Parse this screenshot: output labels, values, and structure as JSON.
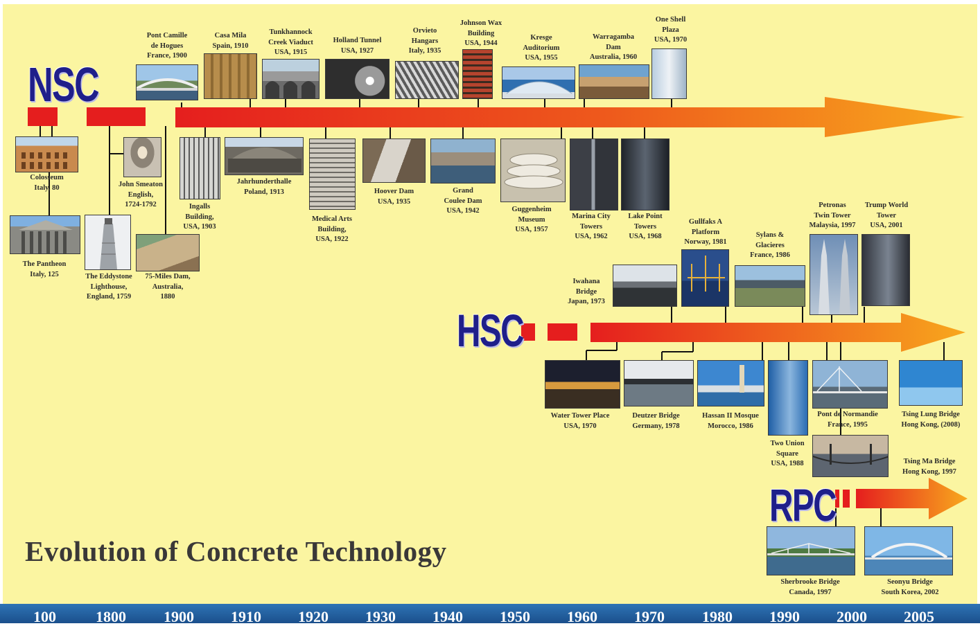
{
  "title": "Evolution of Concrete Technology",
  "bands": {
    "nsc": "NSC",
    "hsc": "HSC",
    "rpc": "RPC"
  },
  "axis_ticks": [
    "100",
    "1800",
    "1900",
    "1910",
    "1920",
    "1930",
    "1940",
    "1950",
    "1960",
    "1970",
    "1980",
    "1990",
    "2000",
    "2005"
  ],
  "colors": {
    "background": "#fbf5a1",
    "arrow_start": "#e51e1e",
    "arrow_end": "#f7a21b",
    "band_text": "#1f1f8a",
    "axis_bar": "#2e74b5",
    "axis_text": "#ffffff"
  },
  "structures": {
    "colosseum": "Colosseum\nItaly, 80",
    "pantheon": "The Pantheon\nItaly, 125",
    "smeaton": "John Smeaton\nEnglish,\n1724-1792",
    "eddystone": "The Eddystone\nLighthouse,\nEngland, 1759",
    "miles_dam": "75-Miles Dam,\nAustralia,\n1880",
    "camille": "Pont Camille\nde Hogues\nFrance, 1900",
    "casa_mila": "Casa Mila\nSpain, 1910",
    "tunkhannock": "Tunkhannock\nCreek Viaduct\nUSA, 1915",
    "holland": "Holland Tunnel\nUSA, 1927",
    "orvieto": "Orvieto\nHangars\nItaly, 1935",
    "johnson": "Johnson Wax\nBuilding\nUSA, 1944",
    "kresge": "Kresge\nAuditorium\nUSA, 1955",
    "warragamba": "Warragamba\nDam\nAustralia, 1960",
    "one_shell": "One Shell\nPlaza\nUSA, 1970",
    "ingalls": "Ingalls\nBuilding,\nUSA, 1903",
    "jahrhundert": "Jahrhunderthalle\nPoland, 1913",
    "medical": "Medical Arts\nBuilding,\nUSA, 1922",
    "hoover": "Hoover Dam\nUSA, 1935",
    "coulee": "Grand\nCoulee Dam\nUSA, 1942",
    "guggenheim": "Guggenheim\nMuseum\nUSA, 1957",
    "marina": "Marina City\nTowers\nUSA, 1962",
    "lake_point": "Lake Point\nTowers\nUSA, 1968",
    "iwahana": "Iwahana\nBridge\nJapan, 1973",
    "gullfaks": "Gullfaks A\nPlatform\nNorway, 1981",
    "sylans": "Sylans &\nGlacieres\nFrance, 1986",
    "petronas": "Petronas\nTwin Tower\nMalaysia, 1997",
    "trump": "Trump World\nTower\nUSA, 2001",
    "water_tower": "Water Tower Place\nUSA, 1970",
    "deutzer": "Deutzer Bridge\nGermany, 1978",
    "hassan": "Hassan II Mosque\nMorocco, 1986",
    "two_union": "Two Union\nSquare\nUSA, 1988",
    "normandie": "Pont de Normandie\nFrance, 1995",
    "tsing_lung": "Tsing Lung Bridge\nHong Kong, (2008)",
    "tsing_ma": "Tsing Ma Bridge\nHong Kong, 1997",
    "sherbrooke": "Sherbrooke Bridge\nCanada, 1997",
    "seonyu": "Seonyu Bridge\nSouth Korea, 2002"
  }
}
